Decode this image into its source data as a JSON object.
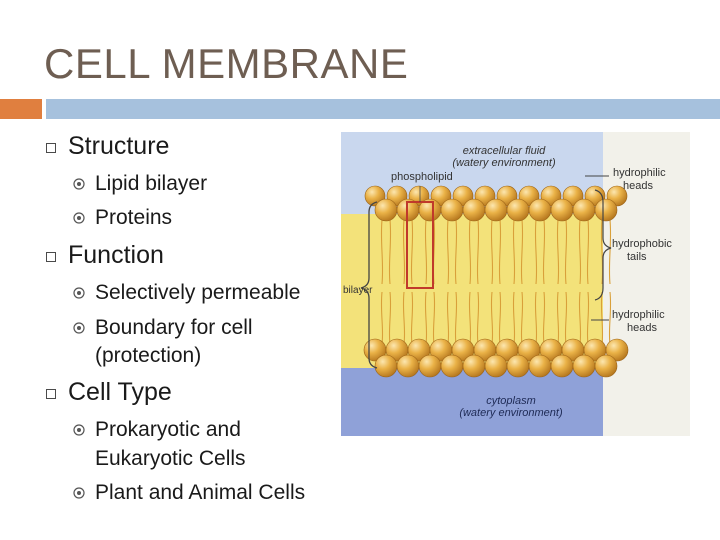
{
  "slide": {
    "title": "CELL MEMBRANE",
    "sections": [
      {
        "heading": "Structure",
        "items": [
          "Lipid bilayer",
          "Proteins"
        ]
      },
      {
        "heading": "Function",
        "items": [
          "Selectively permeable",
          "Boundary for cell",
          "(protection)"
        ]
      },
      {
        "heading": "Cell Type",
        "items": [
          "Prokaryotic and",
          "Eukaryotic Cells",
          "Plant and Animal Cells"
        ]
      }
    ]
  },
  "figure": {
    "labels": {
      "extracellular": "extracellular fluid",
      "extracellular_sub": "(watery environment)",
      "phospholipid": "phospholipid",
      "hydrophilic_top": "hydrophilic",
      "heads_top": "heads",
      "hydrophobic": "hydrophobic",
      "tails": "tails",
      "bilayer": "bilayer",
      "hydrophilic_bottom": "hydrophilic",
      "heads_bottom": "heads",
      "cytoplasm": "cytoplasm",
      "cytoplasm_sub": "(watery environment)"
    },
    "colors": {
      "extracellular": "#c9d7ee",
      "cytoplasm": "#8fa1d8",
      "tails": "#f3e27a",
      "head": "#e2a233"
    }
  }
}
